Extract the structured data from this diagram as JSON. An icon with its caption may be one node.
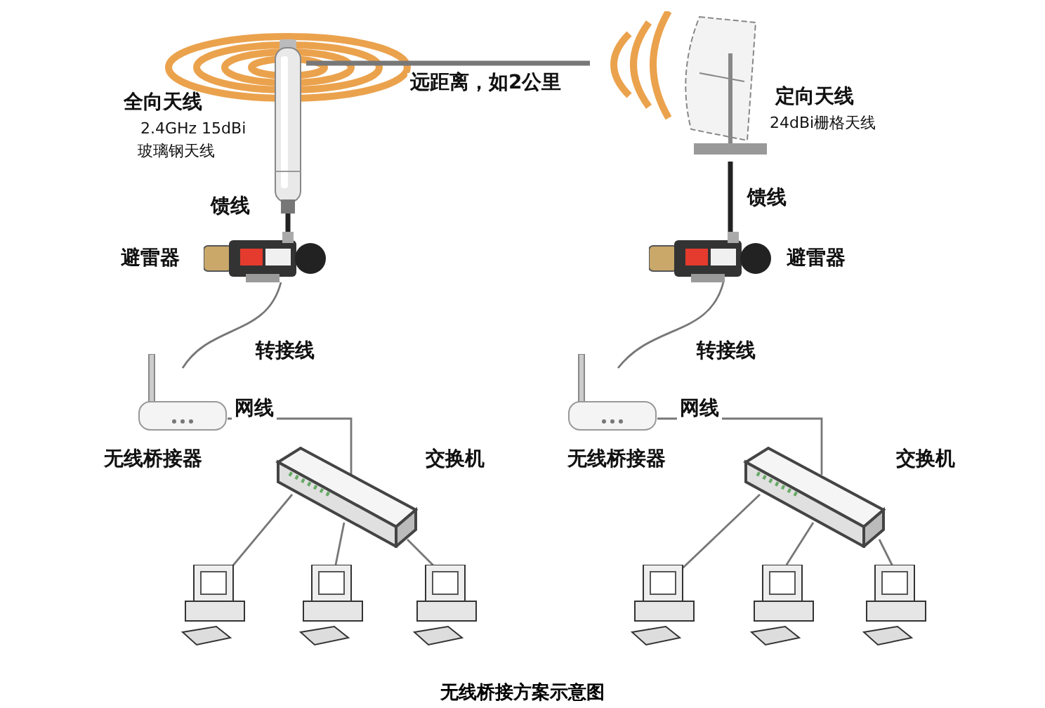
{
  "diagram": {
    "caption": "无线桥接方案示意图",
    "nodes": [
      {
        "text": [],
        "shape": "picture",
        "beside": [
          "全向天线",
          "2.4GHz 15dBi",
          "玻璃钢天线"
        ]
      },
      {
        "text": [],
        "shape": "picture",
        "beside": [
          "定向天线",
          "24dBi栅格天线"
        ]
      },
      {
        "text": [],
        "shape": "picture",
        "beside": [
          "避雷器"
        ]
      },
      {
        "text": [],
        "shape": "picture",
        "beside": [
          "避雷器"
        ]
      },
      {
        "text": [],
        "shape": "picture",
        "beside": [
          "无线桥接器"
        ]
      },
      {
        "text": [],
        "shape": "picture",
        "beside": [
          "无线桥接器"
        ]
      },
      {
        "text": [],
        "shape": "picture",
        "beside": [
          "交换机"
        ]
      },
      {
        "text": [],
        "shape": "picture",
        "beside": [
          "交换机"
        ]
      },
      {
        "text": [],
        "shape": "picture"
      },
      {
        "text": [],
        "shape": "picture"
      },
      {
        "text": [],
        "shape": "picture"
      },
      {
        "text": [],
        "shape": "picture"
      },
      {
        "text": [],
        "shape": "picture"
      },
      {
        "text": [],
        "shape": "picture"
      }
    ],
    "edges": [
      {
        "from": 0,
        "to": 1,
        "arrow": "none",
        "label": "远距离，如2公里",
        "style": "thick"
      },
      {
        "from": 0,
        "to": 2,
        "arrow": "none",
        "label": "馈线",
        "color": "#222222",
        "style": "thick"
      },
      {
        "from": 1,
        "to": 3,
        "arrow": "none",
        "label": "馈线",
        "color": "#222222",
        "style": "thick"
      },
      {
        "from": 2,
        "to": 4,
        "arrow": "none",
        "label": "转接线"
      },
      {
        "from": 3,
        "to": 5,
        "arrow": "none",
        "label": "转接线"
      },
      {
        "from": 4,
        "to": 6,
        "arrow": "none",
        "label": "网线"
      },
      {
        "from": 5,
        "to": 7,
        "arrow": "none",
        "label": "网线"
      },
      {
        "from": 6,
        "to": 8,
        "arrow": "none"
      },
      {
        "from": 6,
        "to": 9,
        "arrow": "none"
      },
      {
        "from": 6,
        "to": 10,
        "arrow": "none"
      },
      {
        "from": 7,
        "to": 11,
        "arrow": "none"
      },
      {
        "from": 7,
        "to": 12,
        "arrow": "none"
      },
      {
        "from": 7,
        "to": 13,
        "arrow": "none"
      }
    ]
  }
}
